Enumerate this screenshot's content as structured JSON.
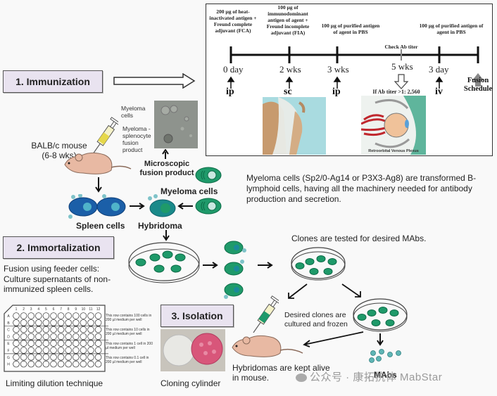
{
  "stages": [
    {
      "label": "1. Immunization"
    },
    {
      "label": "2. Immortalization"
    },
    {
      "label": "3. Isolation"
    }
  ],
  "immunization": {
    "mouse_label": "BALB/c mouse",
    "mouse_age": "(6-8 wks)",
    "micrograph_labels": [
      "Myeloma cells",
      "Myeloma - splenocyte fusion product"
    ],
    "micrograph_caption": "Microscopic fusion product",
    "myeloma_label": "Myeloma cells",
    "spleen_label": "Spleen cells",
    "hybridoma_label": "Hybridoma",
    "myeloma_description": "Myeloma cells (Sp2/0-Ag14 or P3X3-Ag8) are transformed B-lymphoid cells, having all the machinery needed for antibody production and secretion."
  },
  "timeline": {
    "events": [
      {
        "note": "200 µg of heat-inactivated antigen + Freund complete adjuvant (FCA)",
        "time": "0 day",
        "route": "ip"
      },
      {
        "note": "100 µg of immunodominant antigen of agent + Freund incomplete adjuvant (FIA)",
        "time": "2 wks",
        "route": "sc"
      },
      {
        "note": "100 µg of purified antigen of agent in PBS",
        "time": "3 wks",
        "route": "ip"
      },
      {
        "note": "Check Ab titer",
        "time": "5 wks",
        "route": "If Ab titer >1: 2,560"
      },
      {
        "note": "100 µg of purified antigen of agent in PBS",
        "time": "3 day",
        "route": "iv"
      },
      {
        "note": "",
        "time": "",
        "route": "Fusion Schedule"
      }
    ],
    "eye_caption": "Retroorbital Venous Plexus"
  },
  "immortalization": {
    "feeder_text": "Fusion using feeder cells: Culture supernatants of non-immunized spleen cells.",
    "clones_text": "Clones are tested for desired MAbs."
  },
  "isolation": {
    "plate_notes": [
      "This row contains 100 cells in 200 µl medium per well",
      "This row contains 10 cells in 200 µl medium per well",
      "This row contains 1 cell in 200 µl medium per well",
      "This row contains 0.1 cell in 200 µl medium per well"
    ],
    "plate_columns": [
      "1",
      "2",
      "3",
      "4",
      "5",
      "6",
      "7",
      "8",
      "9",
      "10",
      "11",
      "12"
    ],
    "plate_rows": [
      "A",
      "B",
      "C",
      "D",
      "E",
      "F",
      "G",
      "H"
    ],
    "limiting_dilution_label": "Limiting dilution technique",
    "cloning_cylinder_label": "Cloning cylinder",
    "desired_clones_text": "Desired clones are cultured and frozen",
    "hybridomas_mouse_text": "Hybridomas are kept alive in mouse.",
    "mabs_label": "MAbs"
  },
  "watermark": "公众号 · 康拓抗体 MabStar",
  "colors": {
    "stage_box_bg": "#e9e3f0",
    "cell_green": "#1f9a6a",
    "cell_blue": "#1b5fa8",
    "mouse_pink": "#e8b9a3"
  }
}
